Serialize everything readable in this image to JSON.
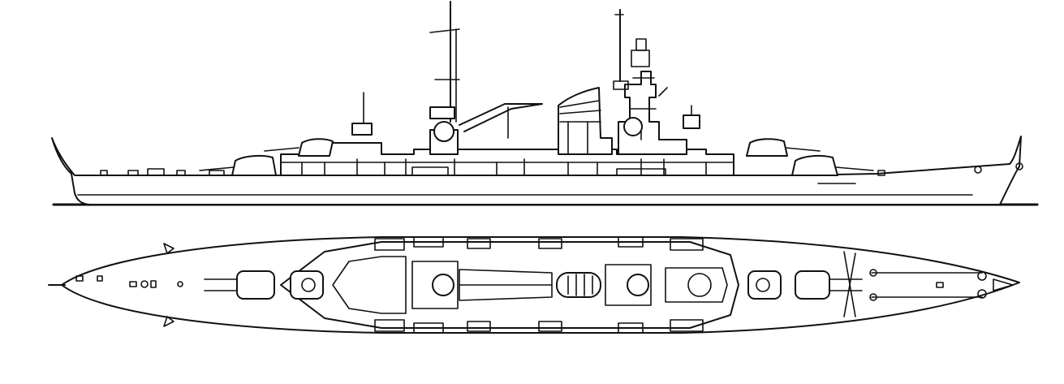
{
  "drawing": {
    "subject": "warship",
    "views": [
      "side-profile",
      "top-plan"
    ],
    "colors": {
      "line": "#111111",
      "background": "#ffffff"
    }
  }
}
